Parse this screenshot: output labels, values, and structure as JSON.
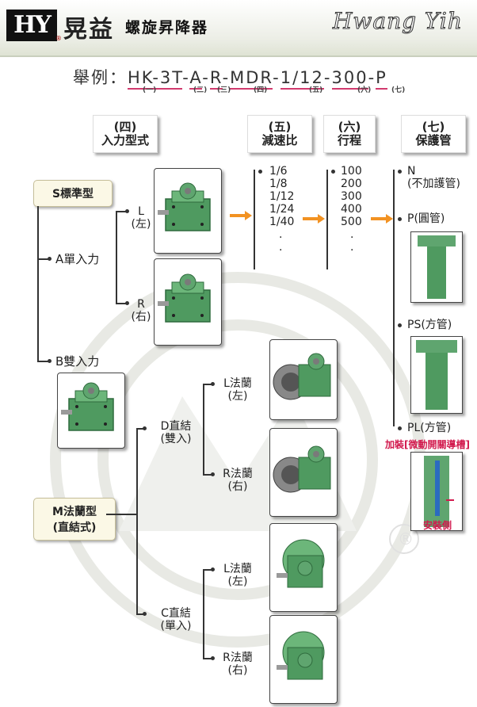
{
  "header": {
    "logo": "HY",
    "brand": "晃益",
    "product": "螺旋昇降器",
    "script_logo": "Hwang Yih"
  },
  "example": {
    "prefix": "舉例：",
    "parts": [
      "HK-3T",
      "A",
      "R",
      "MDR",
      "1/12",
      "300",
      "P"
    ],
    "notes": [
      "(一)",
      "(二)",
      "(三)",
      "(四)",
      "(五)",
      "(六)",
      "(七)"
    ]
  },
  "sections": {
    "input": {
      "num": "(四)",
      "title": "入力型式"
    },
    "ratio": {
      "num": "(五)",
      "title": "減速比"
    },
    "stroke": {
      "num": "(六)",
      "title": "行程"
    },
    "cover": {
      "num": "(七)",
      "title": "保護管"
    }
  },
  "types": {
    "standard": "S標準型",
    "flange_line1": "M法蘭型",
    "flange_line2": "(直結式)"
  },
  "branches": {
    "a_single": "A單入力",
    "b_double": "B雙入力",
    "l_left": [
      "L",
      "(左)"
    ],
    "r_right": [
      "R",
      "(右)"
    ],
    "d_direct": [
      "D直結",
      "(雙入)"
    ],
    "c_direct": [
      "C直結",
      "(單入)"
    ],
    "l_flange_d": [
      "L法蘭",
      "(左)"
    ],
    "r_flange_d": [
      "R法蘭",
      "(右)"
    ],
    "l_flange_c": [
      "L法蘭",
      "(左)"
    ],
    "r_flange_c": [
      "R法蘭",
      "(右)"
    ]
  },
  "ratios": [
    "1/6",
    "1/8",
    "1/12",
    "1/24",
    "1/40",
    ".",
    "."
  ],
  "strokes": [
    "100",
    "200",
    "300",
    "400",
    "500",
    ".",
    "."
  ],
  "covers": {
    "n": [
      "N",
      "(不加護管)"
    ],
    "p": "P(圓管)",
    "ps": "PS(方管)",
    "pl": "PL(方管)",
    "pl_note": "加裝[微動開關導槽]",
    "install_side": "安裝側"
  },
  "colors": {
    "accent_pink": "#d23a6e",
    "orange": "#f29222",
    "green": "#5fa56f",
    "red_note": "#d21a4e"
  },
  "registered": "®"
}
